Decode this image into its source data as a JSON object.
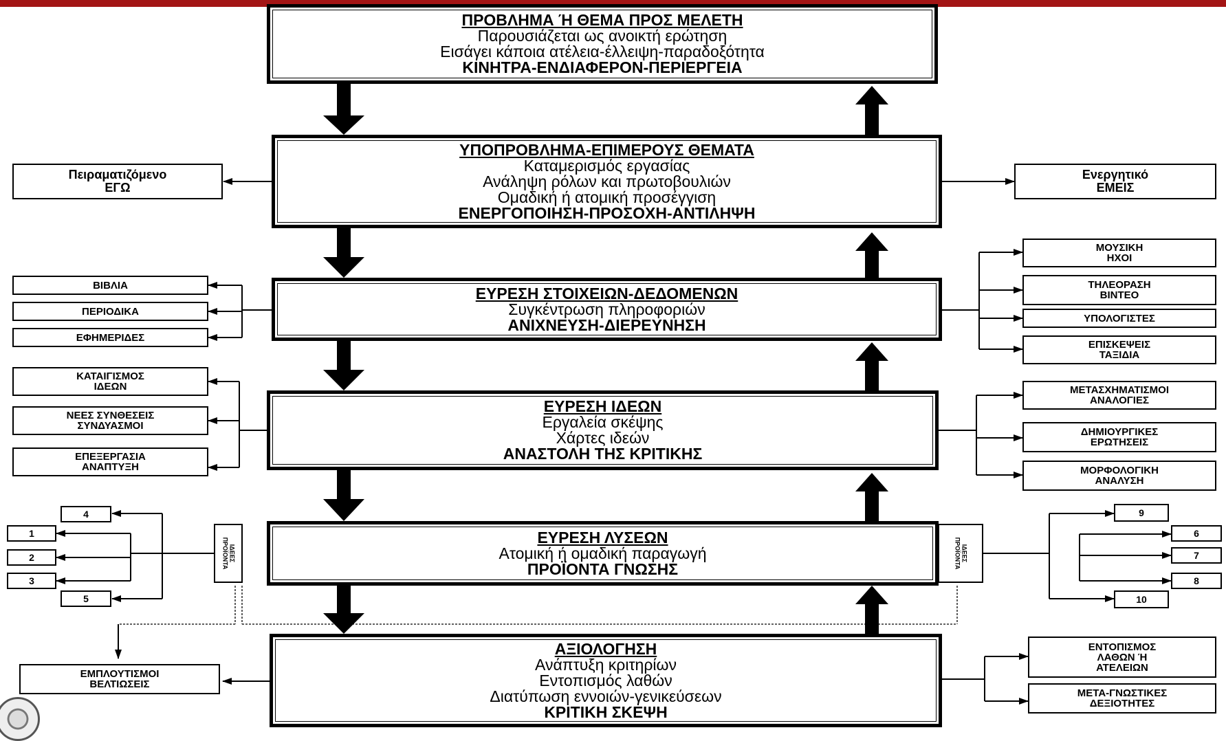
{
  "main_boxes": [
    {
      "title": "ΠΡΟΒΛΗΜΑ Ή ΘΕΜΑ ΠΡΟΣ ΜΕΛΕΤΗ",
      "lines": [
        "Παρουσιάζεται ως ανοικτή ερώτηση",
        "Εισάγει κάποια ατέλεια-έλλειψη-παραδοξότητα"
      ],
      "bold": "ΚΙΝΗΤΡΑ-ΕΝΔΙΑΦΕΡΟΝ-ΠΕΡΙΕΡΓΕΙΑ"
    },
    {
      "title": "ΥΠΟΠΡΟΒΛΗΜΑ-ΕΠΙΜΕΡΟΥΣ ΘΕΜΑΤΑ",
      "lines": [
        "Καταμερισμός εργασίας",
        "Ανάληψη ρόλων και πρωτοβουλιών",
        "Ομαδική ή ατομική προσέγγιση"
      ],
      "bold": "ΕΝΕΡΓΟΠΟΙΗΣΗ-ΠΡΟΣΟΧΗ-ΑΝΤΙΛΗΨΗ"
    },
    {
      "title": "ΕΥΡΕΣΗ ΣΤΟΙΧΕΙΩΝ-ΔΕΔΟΜΕΝΩΝ",
      "lines": [
        "Συγκέντρωση πληροφοριών"
      ],
      "bold": "ΑΝΙΧΝΕΥΣΗ-ΔΙΕΡΕΥΝΗΣΗ"
    },
    {
      "title": "ΕΥΡΕΣΗ ΙΔΕΩΝ",
      "lines": [
        "Εργαλεία σκέψης",
        "Χάρτες ιδεών"
      ],
      "bold": "ΑΝΑΣΤΟΛΗ ΤΗΣ ΚΡΙΤΙΚΗΣ"
    },
    {
      "title": "ΕΥΡΕΣΗ ΛΥΣΕΩΝ",
      "lines": [
        "Ατομική ή ομαδική παραγωγή"
      ],
      "bold": "ΠΡΟΪΟΝΤΑ ΓΝΩΣΗΣ"
    },
    {
      "title": "ΑΞΙΟΛΟΓΗΣΗ",
      "lines": [
        "Ανάπτυξη κριτηρίων",
        "Εντοπισμός λαθών",
        "Διατύπωση εννοιών-γενικεύσεων"
      ],
      "bold": "ΚΡΙΤΙΚΗ ΣΚΕΨΗ"
    }
  ],
  "side_boxes": {
    "ego": [
      "Πειραματιζόμενο",
      "ΕΓΩ"
    ],
    "emeis": [
      "Ενεργητικό",
      "ΕΜΕΙΣ"
    ],
    "vivlia": [
      "ΒΙΒΛΙΑ"
    ],
    "periodika": [
      "ΠΕΡΙΟΔΙΚΑ"
    ],
    "efimerides": [
      "ΕΦΗΜΕΡΙΔΕΣ"
    ],
    "mousiki": [
      "ΜΟΥΣΙΚΗ",
      "ΗΧΟΙ"
    ],
    "tileorasi": [
      "ΤΗΛΕΟΡΑΣΗ",
      "ΒΙΝΤΕΟ"
    ],
    "ypologistes": [
      "ΥΠΟΛΟΓΙΣΤΕΣ"
    ],
    "episkepseis": [
      "ΕΠΙΣΚΕΨΕΙΣ",
      "ΤΑΞΙΔΙΑ"
    ],
    "kataigismos": [
      "ΚΑΤΑΙΓΙΣΜΟΣ",
      "ΙΔΕΩΝ"
    ],
    "nees": [
      "ΝΕΕΣ ΣΥΝΘΕΣΕΙΣ",
      "ΣΥΝΔΥΑΣΜΟΙ"
    ],
    "epexergasia": [
      "ΕΠΕΞΕΡΓΑΣΙΑ",
      "ΑΝΑΠΤΥΞΗ"
    ],
    "metasximatismoi": [
      "ΜΕΤΑΣΧΗΜΑΤΙΣΜΟΙ",
      "ΑΝΑΛΟΓΙΕΣ"
    ],
    "dimiourgikes": [
      "ΔΗΜΙΟΥΡΓΙΚΕΣ",
      "ΕΡΩΤΗΣΕΙΣ"
    ],
    "morfologiki": [
      "ΜΟΡΦΟΛΟΓΙΚΗ",
      "ΑΝΑΛΥΣΗ"
    ],
    "emploutismoi": [
      "ΕΜΠΛΟΥΤΙΣΜΟΙ",
      "ΒΕΛΤΙΩΣΕΙΣ"
    ],
    "entopismos": [
      "ΕΝΤΟΠΙΣΜΟΣ",
      "ΛΑΘΩΝ Ή",
      "ΑΤΕΛΕΙΩΝ"
    ],
    "metagnostikes": [
      "ΜΕΤΑ-ΓΝΩΣΤΙΚΕΣ",
      "ΔΕΞΙΟΤΗΤΕΣ"
    ]
  },
  "ideas_label": [
    "ΙΔΕΕΣ",
    "ΠΡΟΪΟΝΤΑ"
  ],
  "numbers": {
    "n1": "1",
    "n2": "2",
    "n3": "3",
    "n4": "4",
    "n5": "5",
    "n6": "6",
    "n7": "7",
    "n8": "8",
    "n9": "9",
    "n10": "10"
  }
}
